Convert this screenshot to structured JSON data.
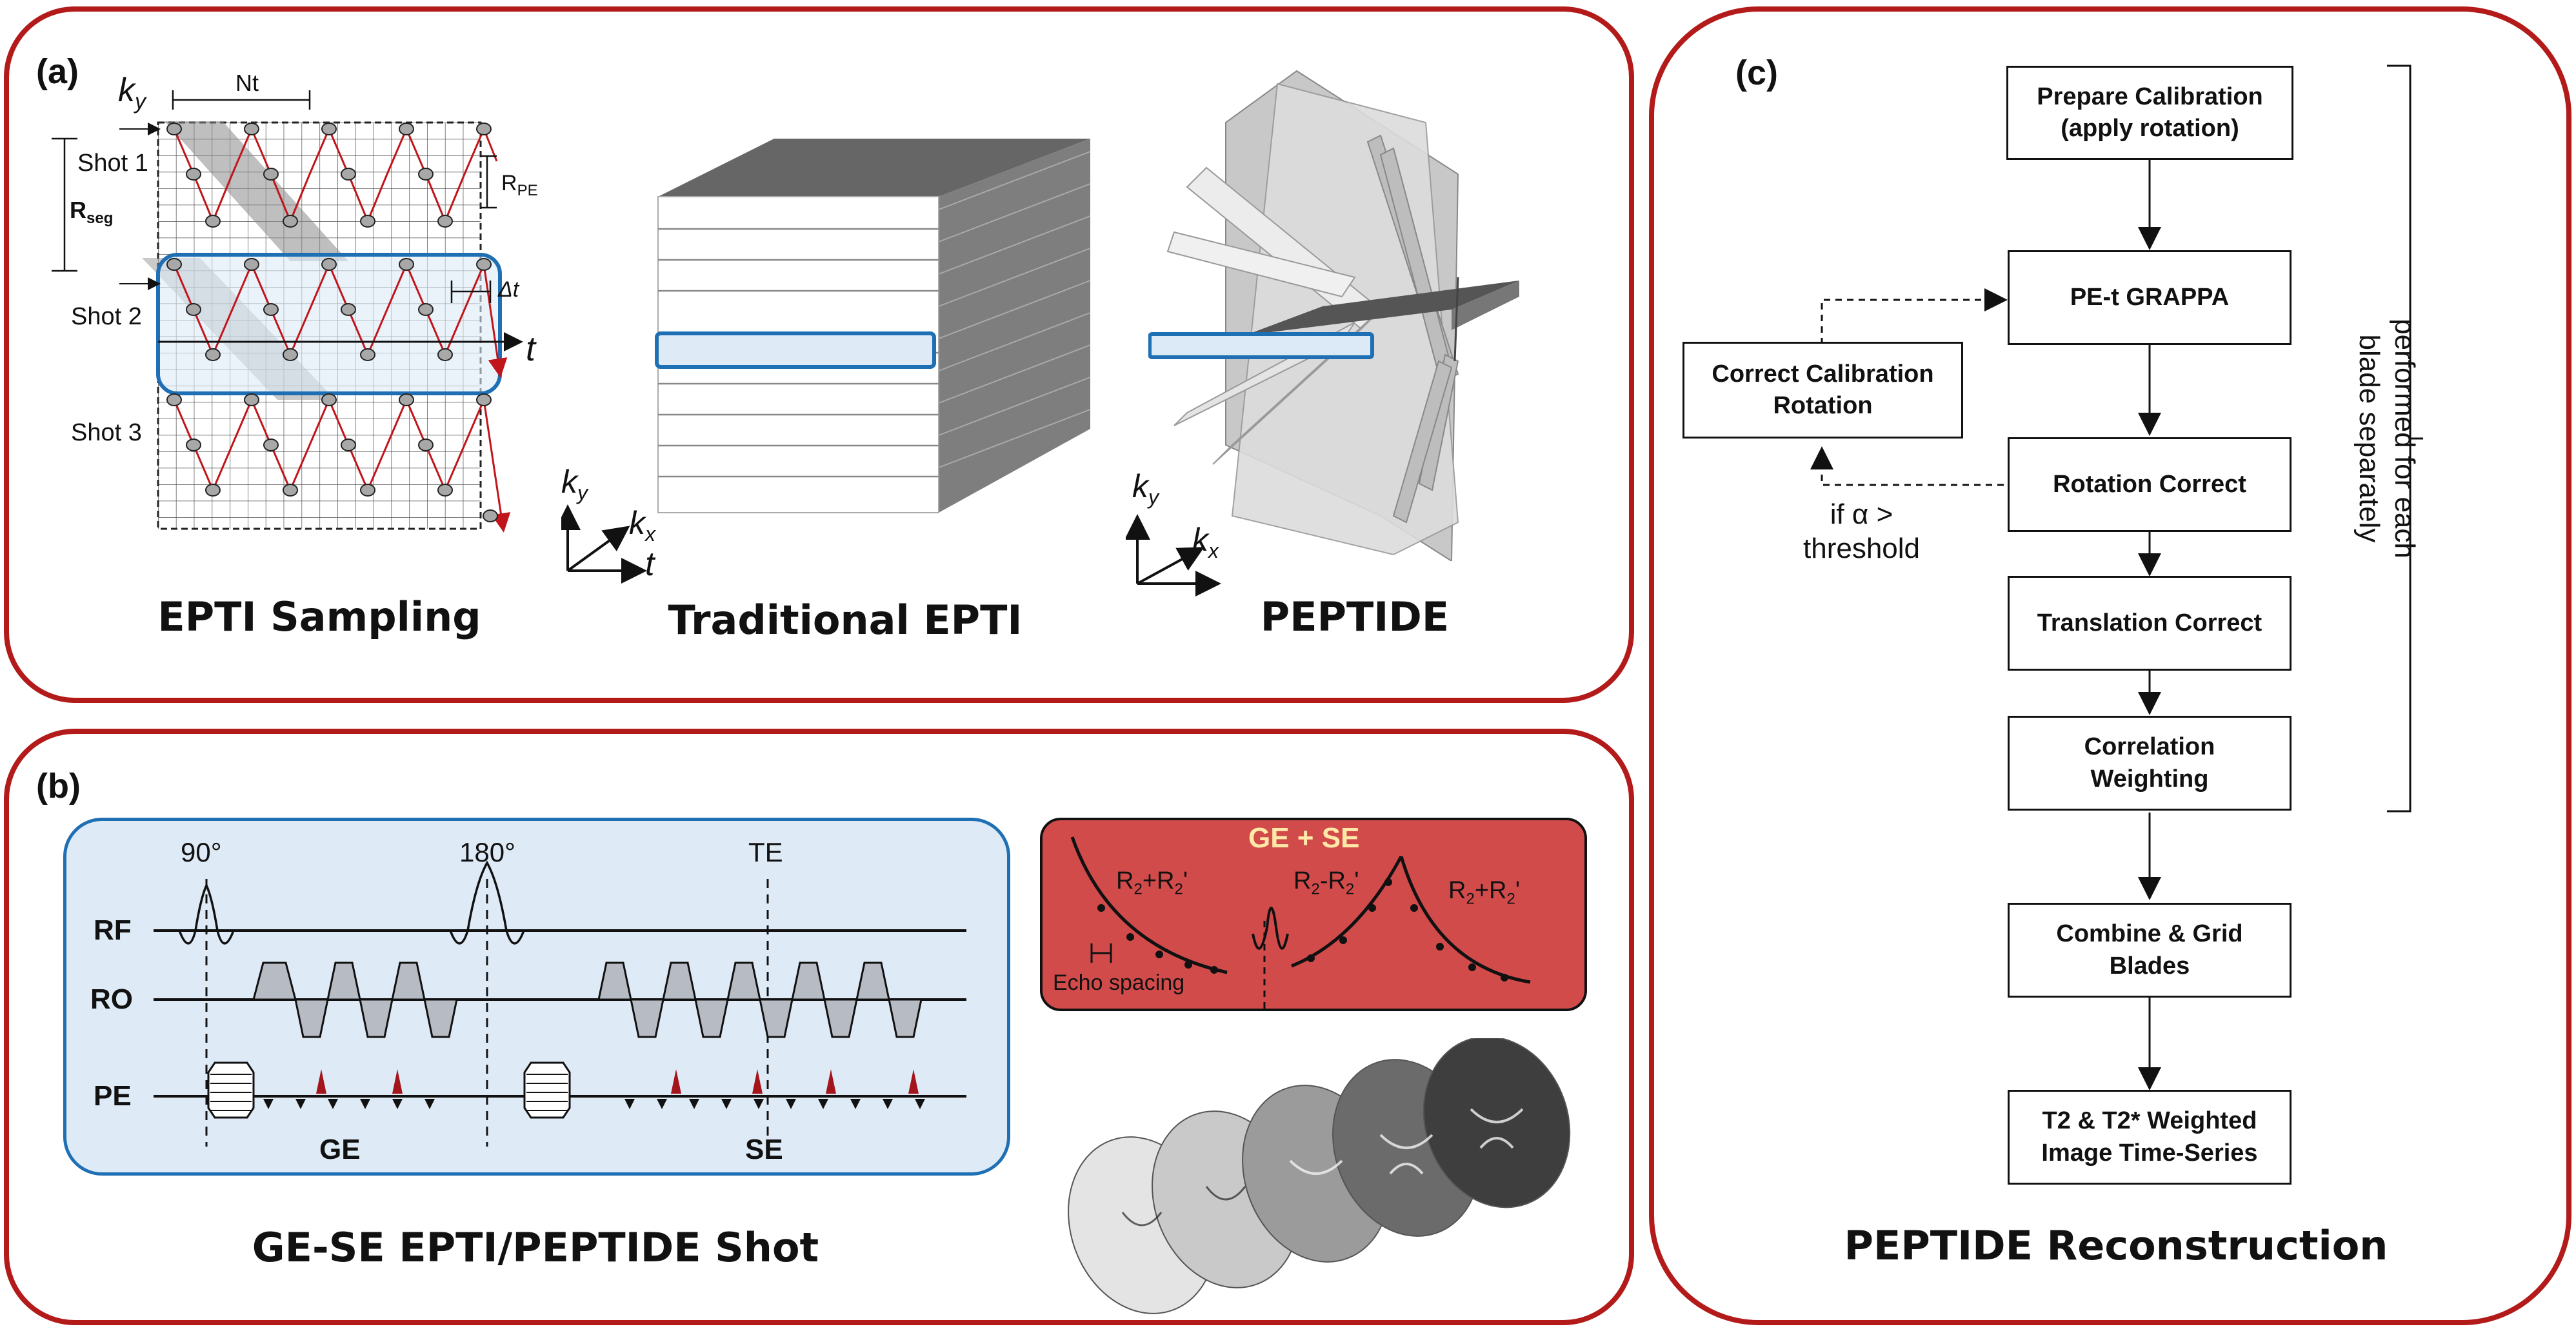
{
  "panel_a": {
    "label": "(a)",
    "epti_sampling": {
      "title": "EPTI Sampling",
      "ky": "k",
      "ky_sub": "y",
      "nt": "Nt",
      "rpe": "R",
      "rpe_sub": "PE",
      "rseg": "R",
      "rseg_sub": "seg",
      "delta_t": "Δt",
      "t": "t",
      "shots": [
        "Shot 1",
        "Shot 2",
        "Shot 3"
      ]
    },
    "traditional_epti": {
      "title": "Traditional EPTI",
      "axis_ky": "k",
      "axis_ky_sub": "y",
      "axis_kx": "k",
      "axis_kx_sub": "x",
      "axis_t": "t"
    },
    "peptide": {
      "title": "PEPTIDE",
      "axis_ky": "k",
      "axis_ky_sub": "y",
      "axis_kx": "k",
      "axis_kx_sub": "x"
    }
  },
  "panel_b": {
    "label": "(b)",
    "title": "GE-SE EPTI/PEPTIDE Shot",
    "seq": {
      "rf": "RF",
      "ro": "RO",
      "pe": "PE",
      "deg90": "90°",
      "deg180": "180°",
      "te": "TE",
      "ge": "GE",
      "se": "SE"
    },
    "signal": {
      "title": "GE + SE",
      "left": "R",
      "left_a": "2",
      "left_b": "+R",
      "left_c": "2",
      "left_d": "'",
      "mid": "R",
      "mid_a": "2",
      "mid_b": "-R",
      "mid_c": "2",
      "mid_d": "'",
      "right": "R",
      "right_a": "2",
      "right_b": "+R",
      "right_c": "2",
      "right_d": "'",
      "echo_spacing": "Echo spacing"
    }
  },
  "panel_c": {
    "label": "(c)",
    "title": "PEPTIDE Reconstruction",
    "steps": {
      "prepare": [
        "Prepare Calibration",
        "(apply rotation)"
      ],
      "grappa": "PE-t GRAPPA",
      "rotation": "Rotation Correct",
      "translation": "Translation Correct",
      "correlation": [
        "Correlation",
        "Weighting"
      ],
      "combine": [
        "Combine & Grid",
        "Blades"
      ],
      "output": [
        "T2 & T2* Weighted",
        "Image Time-Series"
      ]
    },
    "side_box": [
      "Correct Calibration",
      "Rotation"
    ],
    "condition": [
      "if α >",
      "threshold"
    ],
    "bracket_label": [
      "performed for each",
      "blade separately"
    ]
  },
  "colors": {
    "panel_border": "#b31b1b",
    "highlight": "#1f6fb5",
    "trajectory": "#c0161b",
    "signal_bg": "#d24b4b",
    "signal_title": "#ffe9a8",
    "seq_bg": "#deebf7"
  }
}
